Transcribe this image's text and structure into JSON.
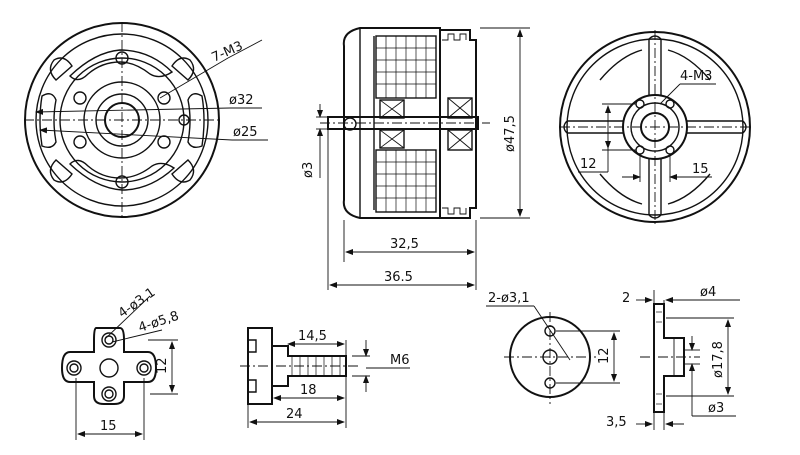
{
  "front_view": {
    "thread_label": "7-M3",
    "dia_outer": "ø32",
    "dia_inner": "ø25"
  },
  "side_view": {
    "shaft_dia": "ø3",
    "diameter": "ø47,5",
    "body_length": "32,5",
    "total_length": "36.5"
  },
  "rear_view": {
    "thread_label": "4-M3",
    "spacing_v": "12",
    "spacing_h": "15"
  },
  "cross_mount": {
    "hole_small": "4-ø3,1",
    "hole_large": "4-ø5,8",
    "spacing_v": "12",
    "spacing_h": "15"
  },
  "prop_adapter": {
    "len_1": "14,5",
    "thread": "M6",
    "len_2": "18",
    "len_3": "24"
  },
  "round_plate": {
    "holes": "2-ø3,1",
    "spacing": "12"
  },
  "plate_side": {
    "thickness_top": "2",
    "dia_small": "ø4",
    "dia_mid": "ø17,8",
    "dia_bore": "ø3",
    "thickness_bottom": "3,5"
  }
}
